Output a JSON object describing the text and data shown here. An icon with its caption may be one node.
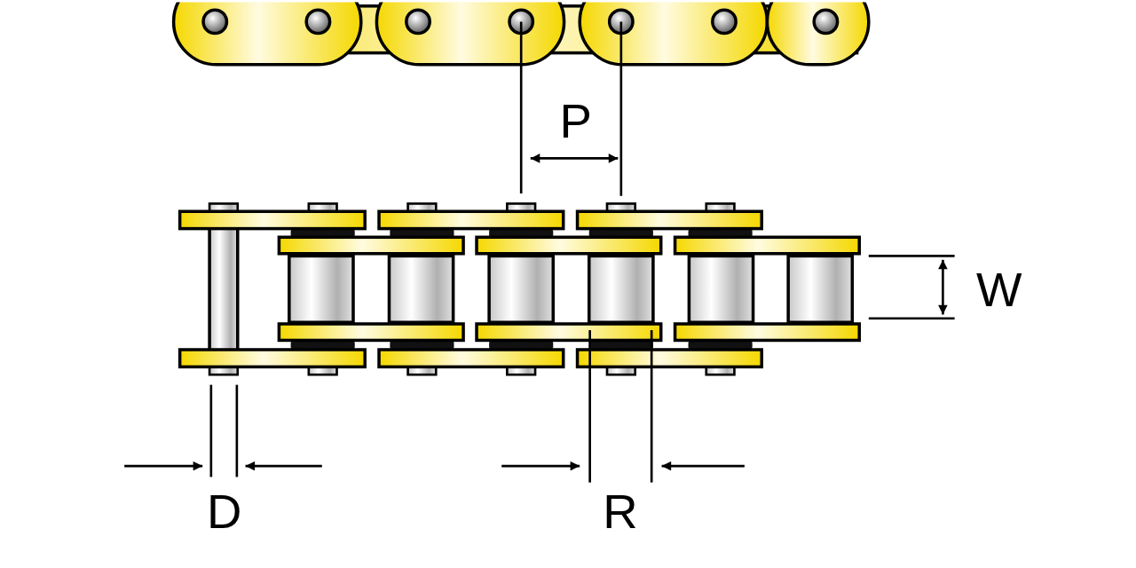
{
  "diagram": {
    "labels": [
      "P",
      "W",
      "D",
      "R"
    ]
  }
}
